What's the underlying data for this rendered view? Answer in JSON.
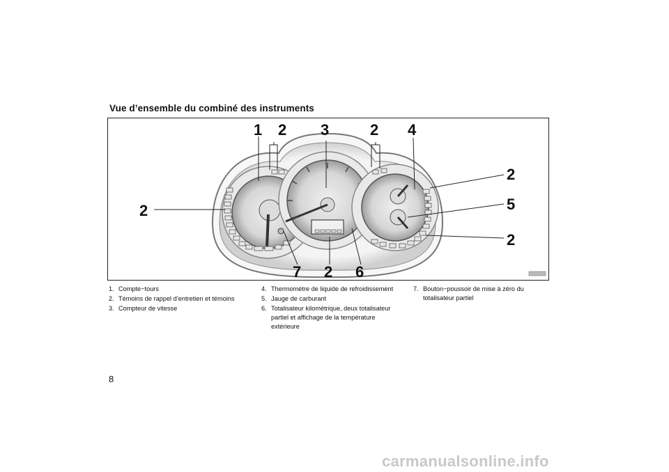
{
  "section_title": "Vue d’ensemble du combiné des instruments",
  "figure": {
    "callouts": {
      "top_1": "1",
      "top_2a": "2",
      "top_3": "3",
      "top_2b": "2",
      "top_4": "4",
      "left_2": "2",
      "right_2a": "2",
      "right_5": "5",
      "right_2b": "2",
      "bottom_7": "7",
      "bottom_2": "2",
      "bottom_6": "6"
    }
  },
  "legend": {
    "col1": [
      {
        "num": "1.",
        "text": "Compte−tours"
      },
      {
        "num": "2.",
        "text": "Témoins de rappel d’entretien et témoins"
      },
      {
        "num": "3.",
        "text": "Compteur de vitesse"
      }
    ],
    "col2": [
      {
        "num": "4.",
        "text": "Thermomètre de liquide de refroidissement"
      },
      {
        "num": "5.",
        "text": "Jauge de carburant"
      },
      {
        "num": "6.",
        "text": "Totalisateur kilométrique, deux totalisateur partiel et affichage de la température extérieure"
      }
    ],
    "col3": [
      {
        "num": "7.",
        "text": "Bouton−poussoir de mise à zéro du totalisateur partiel"
      }
    ]
  },
  "page_number": "8",
  "watermark": "carmanualsonline.info"
}
